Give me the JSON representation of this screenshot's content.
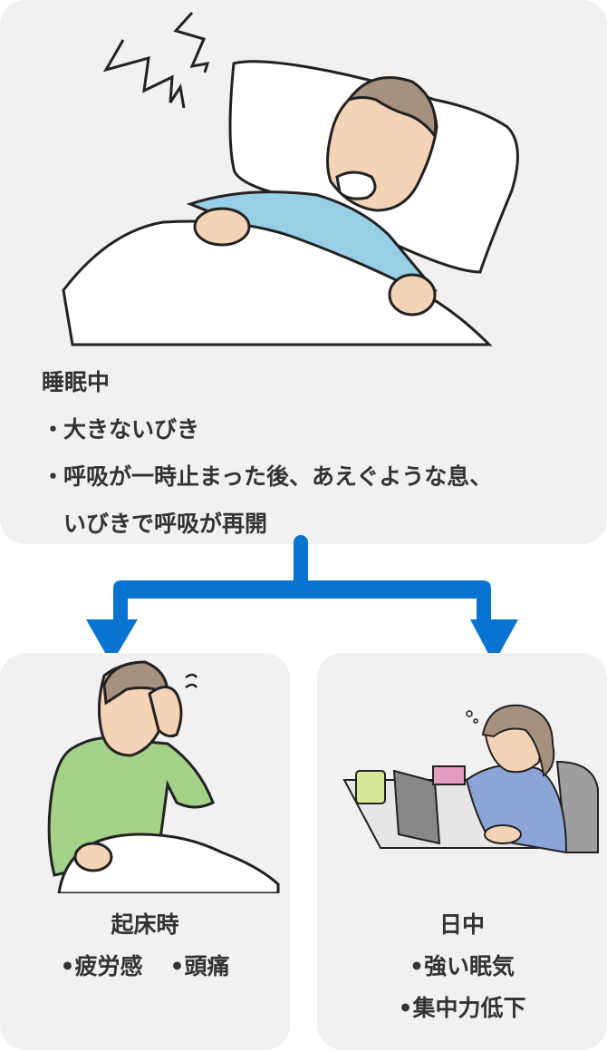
{
  "colors": {
    "panel_bg": "#f1f1f1",
    "arrow": "#0874cf",
    "text": "#333333"
  },
  "top_panel": {
    "illustration": "snoring-man-in-bed",
    "title": "睡眠中",
    "bullets": [
      {
        "marker": "・",
        "text": "大きないびき"
      },
      {
        "marker": "・",
        "text": "呼吸が一時止まった後、あえぐような息、"
      }
    ],
    "continuation": "いびきで呼吸が再開"
  },
  "arrow": {
    "icon": "branching-down-arrow"
  },
  "left_panel": {
    "illustration": "man-with-headache-in-bed",
    "title": "起床時",
    "items": [
      "•疲労感",
      "•頭痛"
    ]
  },
  "right_panel": {
    "illustration": "sleepy-woman-at-desk",
    "title": "日中",
    "items": [
      "•強い眠気",
      "•集中力低下"
    ]
  }
}
